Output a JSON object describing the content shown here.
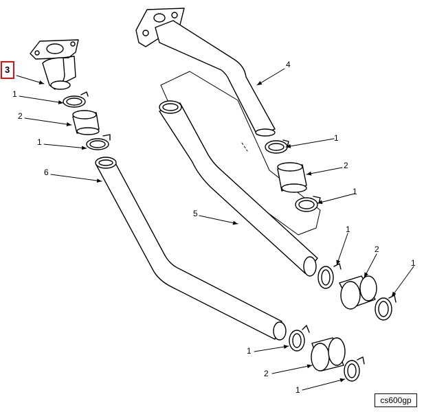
{
  "diagram": {
    "figure_id": "cs600gp",
    "callouts": {
      "highlighted": "3",
      "clamp": "1",
      "coupling": "2",
      "pipe_upper_right": "4",
      "pipe_middle": "5",
      "pipe_left": "6"
    },
    "colors": {
      "ink": "#000000",
      "highlight": "#e01010",
      "paper": "#ffffff"
    },
    "parts": [
      "clamp",
      "coupling",
      "exhaust-pipe",
      "manifold-flange"
    ]
  }
}
